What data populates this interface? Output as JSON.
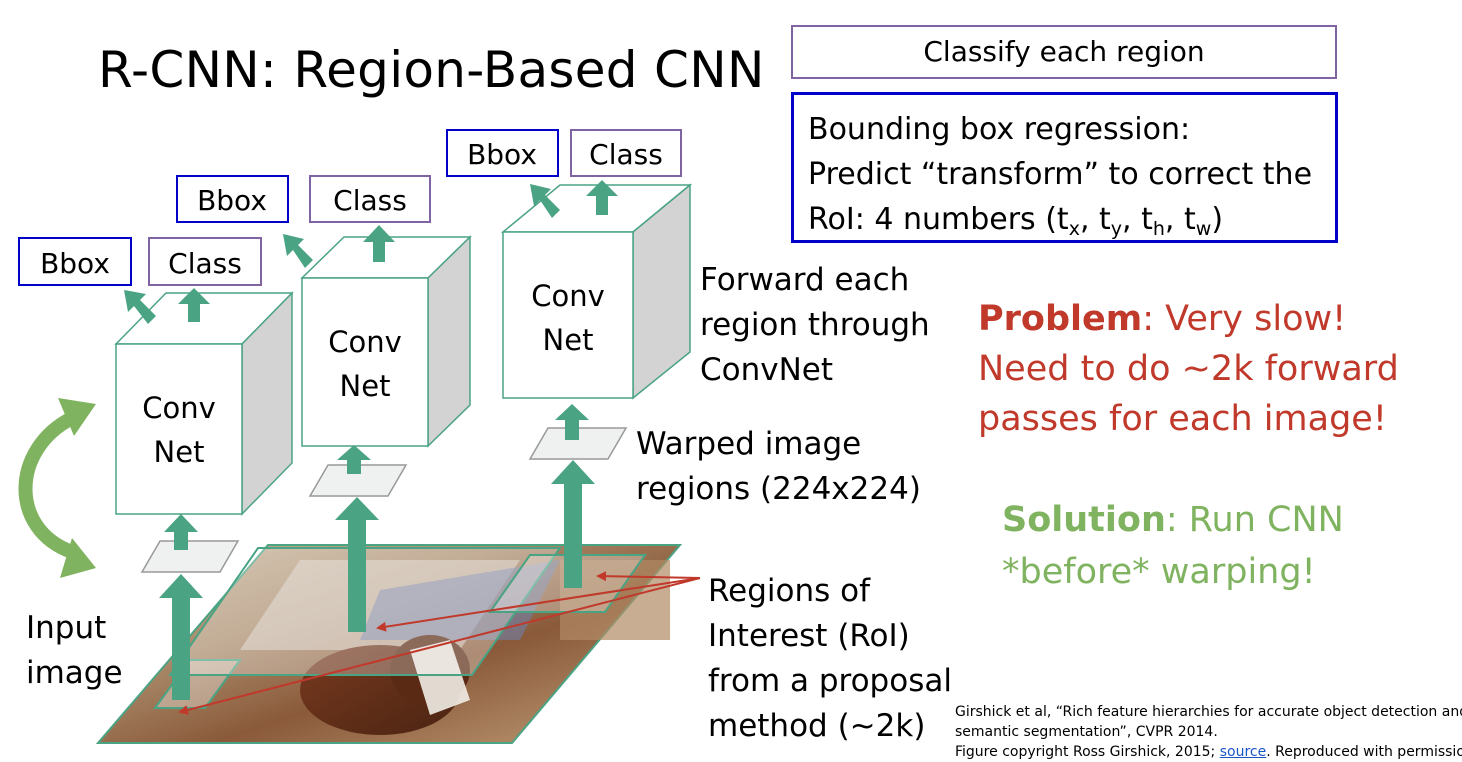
{
  "title": "R-CNN: Region-Based CNN",
  "classify_box": "Classify each region",
  "bbox_box": {
    "line1": "Bounding box regression:",
    "line2": "Predict “transform” to correct the",
    "line3_prefix": "RoI: 4 numbers (t",
    "sub_x": "x",
    "sub_y": "y",
    "sub_h": "h",
    "sub_w": "w",
    "sep": ", ",
    "close": ")"
  },
  "labels": {
    "bbox": "Bbox",
    "class": "Class",
    "conv": "Conv",
    "net": "Net"
  },
  "forward": [
    "Forward each",
    "region through",
    "ConvNet"
  ],
  "warped": [
    "Warped image",
    "regions (224x224)"
  ],
  "regions": [
    "Regions of",
    "Interest (RoI)",
    "from a proposal",
    "method (~2k)"
  ],
  "input_image": [
    "Input",
    "image"
  ],
  "problem": {
    "bold": "Problem",
    "rest": ": Very slow!",
    "line2": "Need to do ~2k forward",
    "line3": "passes for each image!"
  },
  "solution": {
    "bold": "Solution",
    "rest": ": Run CNN",
    "line2": "*before* warping!"
  },
  "citation": {
    "line1": "Girshick et al, “Rich feature hierarchies for accurate object detection and",
    "line2": "semantic segmentation”, CVPR 2014.",
    "line3_prefix": "Figure copyright Ross Girshick, 2015; ",
    "link": "source",
    "line3_suffix": ". Reproduced with permission."
  },
  "colors": {
    "teal_arrow": "#4aa383",
    "green_arrow": "#7fb35f",
    "red": "#c0392b",
    "blue_box": "#0000c8",
    "purple_box": "#8064a2"
  }
}
